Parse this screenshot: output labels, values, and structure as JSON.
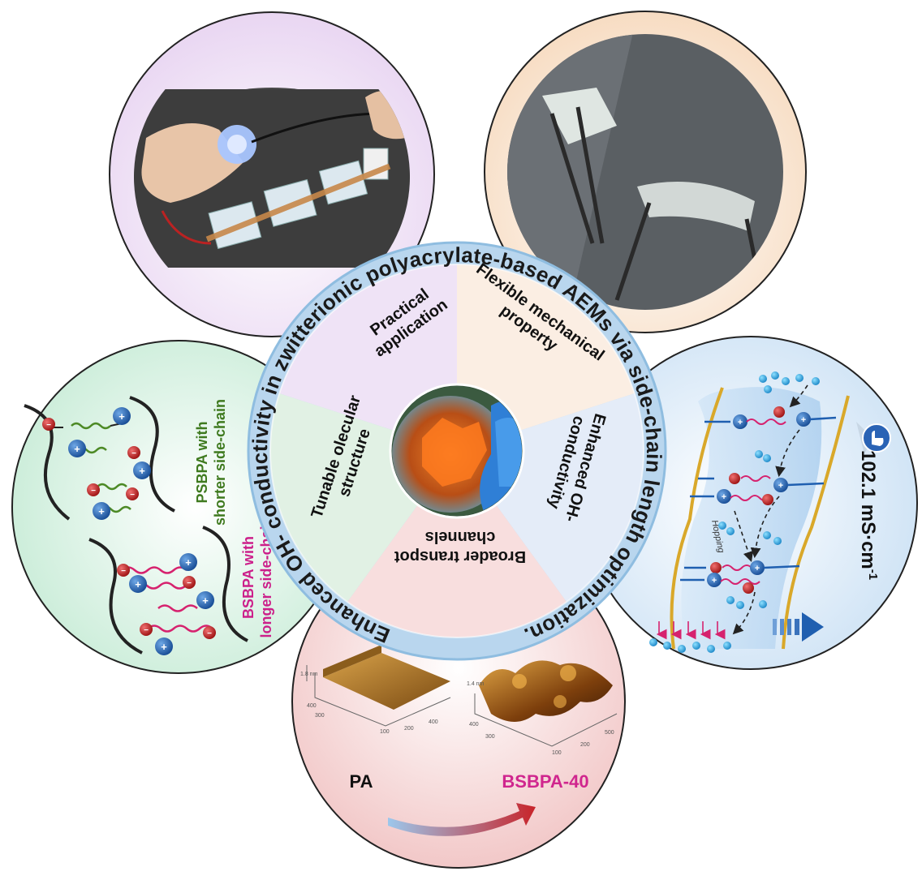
{
  "ring_title": "Enhanced OH- conductivity in zwitterionic polyacrylate-based AEMs via side-chain length optimization.",
  "sectors": {
    "practical": [
      "Practical",
      "application"
    ],
    "flexible": [
      "Flexible mechanical",
      "property"
    ],
    "enhanced": [
      "Enhanced OH-",
      "conductivity"
    ],
    "broader": [
      "Broader transpot",
      "channels"
    ],
    "tunable": [
      "Tunable olecular",
      "structure"
    ]
  },
  "left_panel": {
    "psbpa_line1": "PSBPA with",
    "psbpa_line2": "shorter side-chain",
    "bsbpa_line1": "BSBPA with",
    "bsbpa_line2": "longer side-chain"
  },
  "right_panel": {
    "conductivity": "102.1 mS·cm",
    "conductivity_sup": "-1",
    "hopping": "Hopping"
  },
  "bottom_panel": {
    "from_label": "PA",
    "to_label": "BSBPA-40"
  },
  "colors": {
    "ring": "#b9d6ee",
    "ring_stroke": "#8fbde0",
    "title_text": "#1a1a1a",
    "psbpa_green": "#3f7a1f",
    "bsbpa_magenta": "#cc1f8a",
    "cation_blue": "#1f5fb0",
    "anion_red": "#c81e1e",
    "to_label_magenta": "#d0268e"
  }
}
